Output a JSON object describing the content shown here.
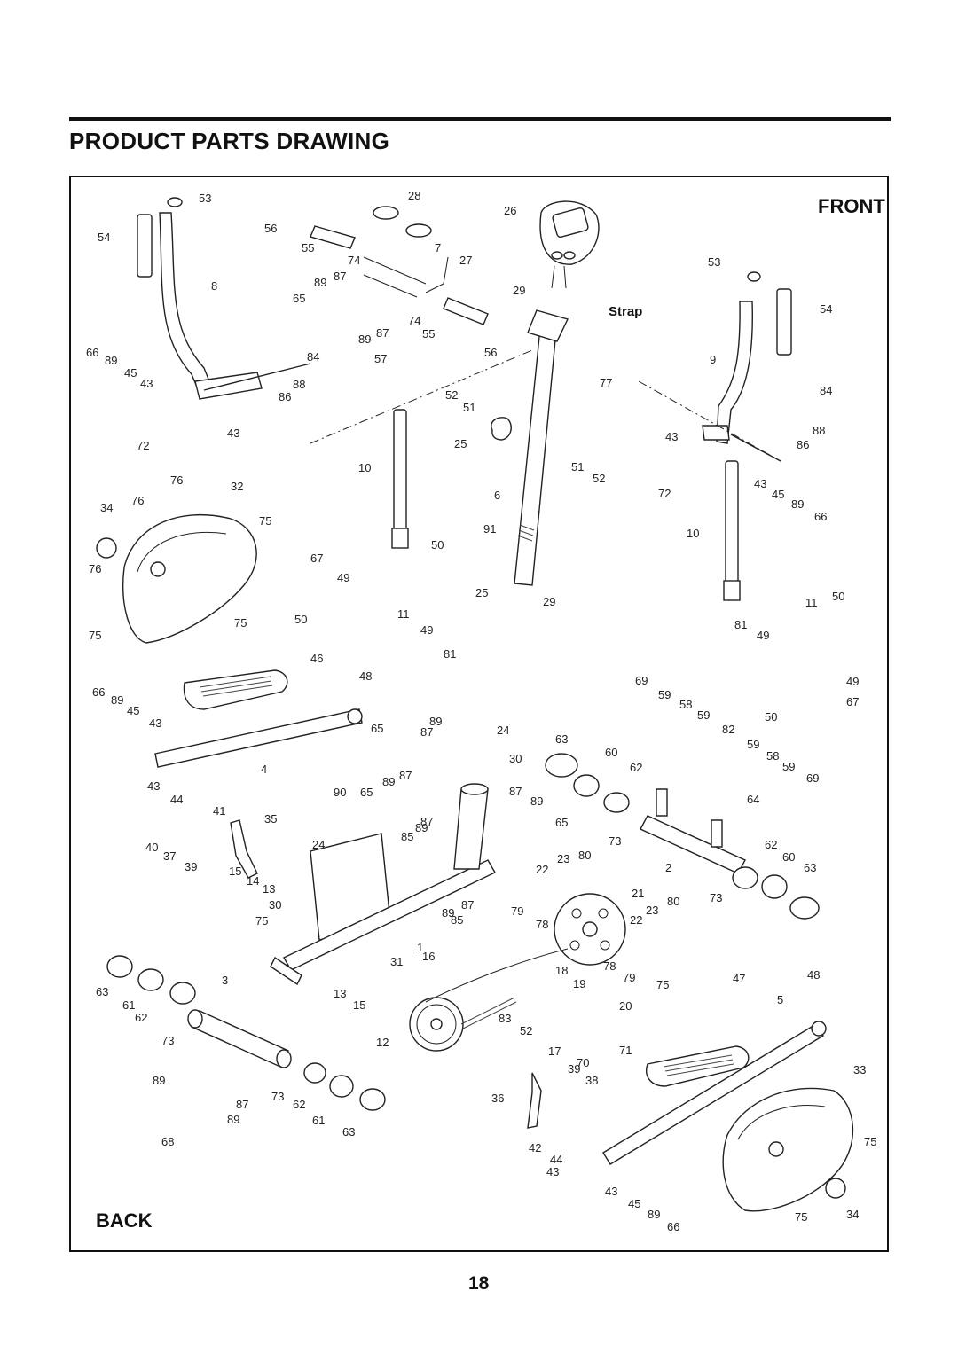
{
  "page": {
    "title": "PRODUCT PARTS DRAWING",
    "page_number": "18"
  },
  "diagram": {
    "front_label": "FRONT",
    "back_label": "BACK",
    "strap_label": "Strap",
    "callouts": [
      "1",
      "2",
      "3",
      "4",
      "5",
      "6",
      "7",
      "8",
      "9",
      "10",
      "11",
      "12",
      "13",
      "14",
      "15",
      "16",
      "17",
      "18",
      "19",
      "20",
      "21",
      "22",
      "23",
      "24",
      "25",
      "26",
      "27",
      "28",
      "29",
      "30",
      "31",
      "32",
      "33",
      "34",
      "35",
      "36",
      "37",
      "38",
      "39",
      "40",
      "41",
      "42",
      "43",
      "44",
      "45",
      "46",
      "47",
      "48",
      "49",
      "50",
      "51",
      "52",
      "53",
      "54",
      "55",
      "56",
      "57",
      "58",
      "59",
      "60",
      "61",
      "62",
      "63",
      "64",
      "65",
      "66",
      "67",
      "68",
      "69",
      "70",
      "71",
      "72",
      "73",
      "74",
      "75",
      "76",
      "77",
      "78",
      "79",
      "80",
      "81",
      "82",
      "83",
      "84",
      "85",
      "86",
      "87",
      "88",
      "89",
      "90",
      "91"
    ]
  }
}
